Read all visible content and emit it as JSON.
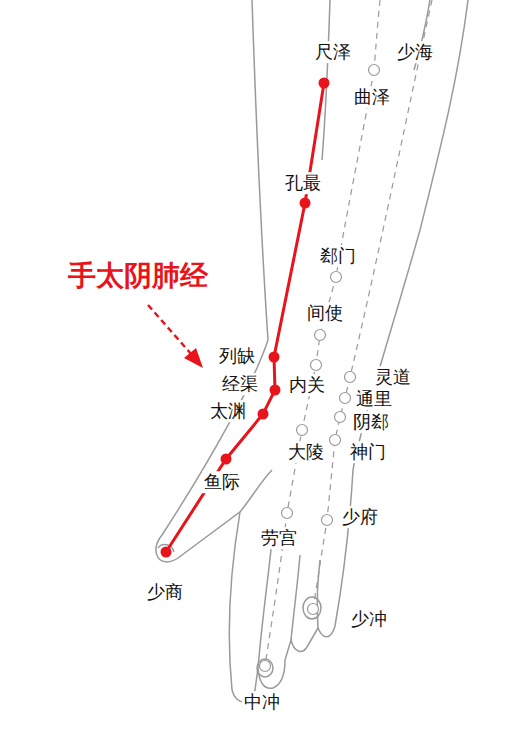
{
  "diagram": {
    "title": "手太阴肺经",
    "labels": [
      "尺泽",
      "少海",
      "曲泽",
      "孔最",
      "郄门",
      "间使",
      "列缺",
      "灵道",
      "经渠",
      "内关",
      "通里",
      "太渊",
      "阴郄",
      "大陵",
      "神门",
      "鱼际",
      "劳宫",
      "少府",
      "少商",
      "少冲",
      "中冲"
    ]
  }
}
